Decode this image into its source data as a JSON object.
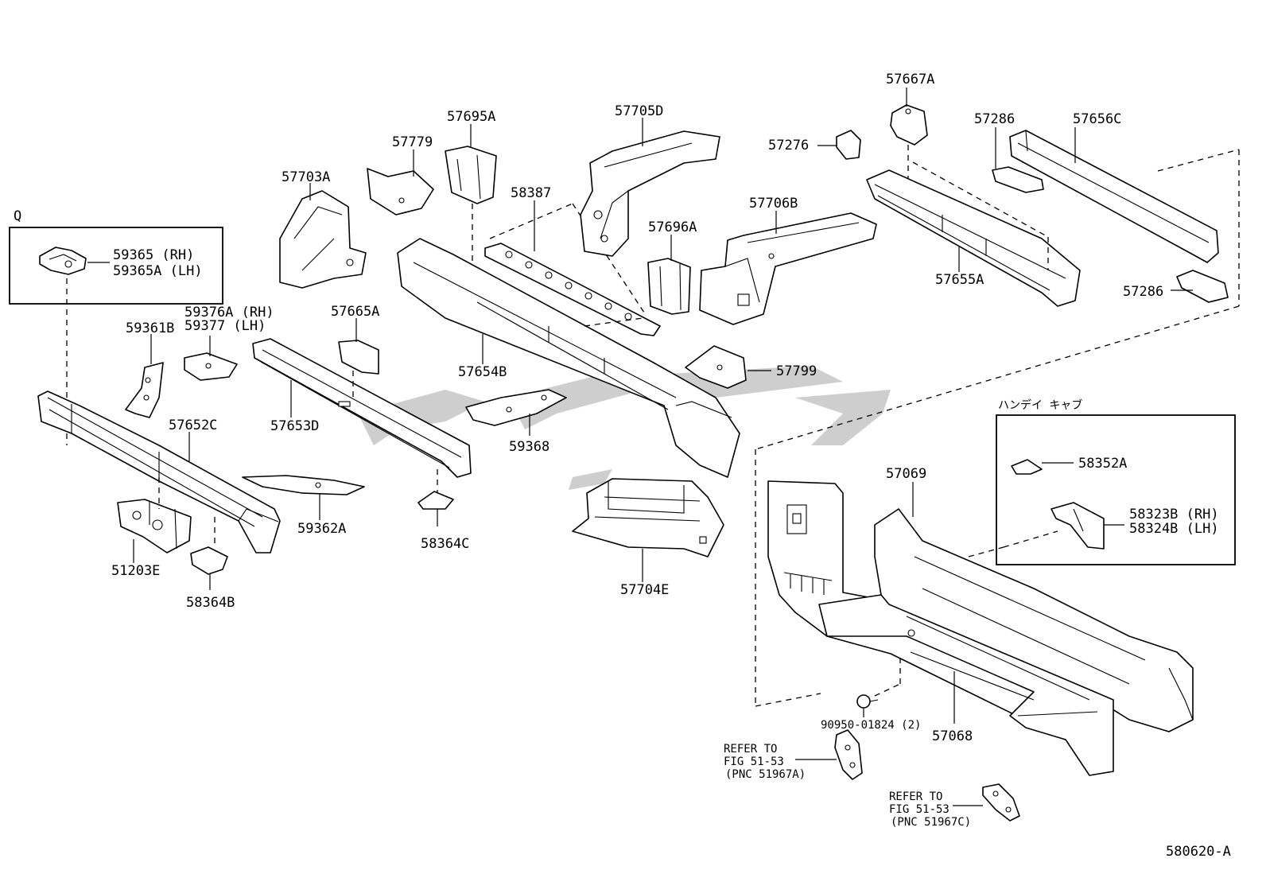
{
  "diagram_id": "580620-A",
  "inset_box_marker": "Q",
  "inset_handy_cab_title": "ハンデイ キャブ",
  "callouts": {
    "c59365": "59365  (RH)",
    "c59365a": "59365A (LH)",
    "c59376a": "59376A (RH)",
    "c59377": "59377  (LH)",
    "c59361b": "59361B",
    "c57652c": "57652C",
    "c51203e": "51203E",
    "c58364b": "58364B",
    "c57703a": "57703A",
    "c57779": "57779",
    "c57695a": "57695A",
    "c57665a": "57665A",
    "c57653d": "57653D",
    "c59362a": "59362A",
    "c58364c": "58364C",
    "c58387": "58387",
    "c57654b": "57654B",
    "c59368": "59368",
    "c57705d": "57705D",
    "c57696a": "57696A",
    "c57706b": "57706B",
    "c57799": "57799",
    "c57704e": "57704E",
    "c57276": "57276",
    "c57667a": "57667A",
    "c57286_top": "57286",
    "c57656c": "57656C",
    "c57655a": "57655A",
    "c57286_right": "57286",
    "c58352a": "58352A",
    "c58323b": "58323B (RH)",
    "c58324b": "58324B (LH)",
    "c57069": "57069",
    "c57068": "57068",
    "c90950": "90950-01824 (2)"
  },
  "references": {
    "ref1_line1": "REFER TO",
    "ref1_line2": "FIG 51-53",
    "ref1_line3": "(PNC 51967A)",
    "ref2_line1": "REFER TO",
    "ref2_line2": "FIG 51-53",
    "ref2_line3": "(PNC 51967C)"
  }
}
